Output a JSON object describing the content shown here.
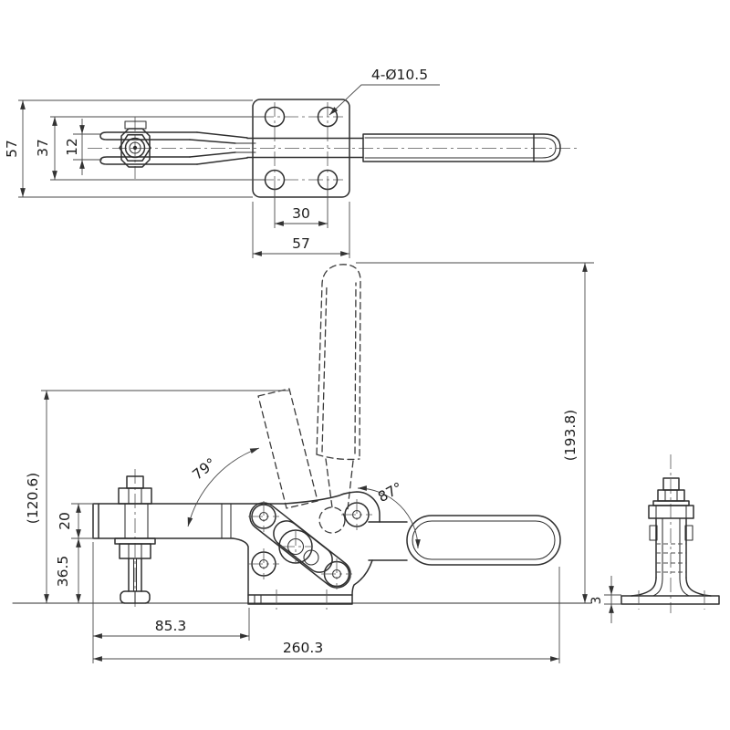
{
  "drawing": {
    "top_view": {
      "overall_width": "57",
      "hole_row_spacing": "37",
      "fork_gap": "12",
      "holes_callout": "4-Ø10.5",
      "hole_col_spacing": "30",
      "plate_width": "57"
    },
    "front_view": {
      "open_height": "(120.6)",
      "bar_height": "20",
      "base_height": "36.5",
      "arm_reach": "85.3",
      "overall_length": "260.3",
      "open_handle_height": "(193.8)",
      "bar_open_angle": "79°",
      "handle_open_angle": "87°"
    },
    "side_view": {
      "base_thickness": "3"
    }
  }
}
